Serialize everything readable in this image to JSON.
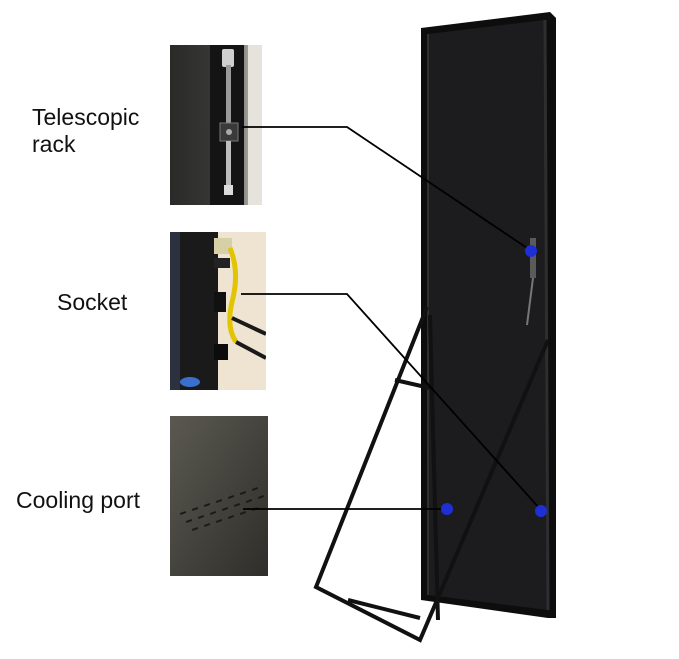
{
  "callouts": [
    {
      "id": "telescopic",
      "label_line1": "Telescopic",
      "label_line2": "rack"
    },
    {
      "id": "socket",
      "label": "Socket"
    },
    {
      "id": "cooling",
      "label": "Cooling port"
    }
  ],
  "colors": {
    "marker": "#1f2fd6",
    "leader_line": "#000000",
    "panel_body": "#1c1c1e",
    "frame_edge": "#0a0a0a",
    "stand": "#111111"
  }
}
